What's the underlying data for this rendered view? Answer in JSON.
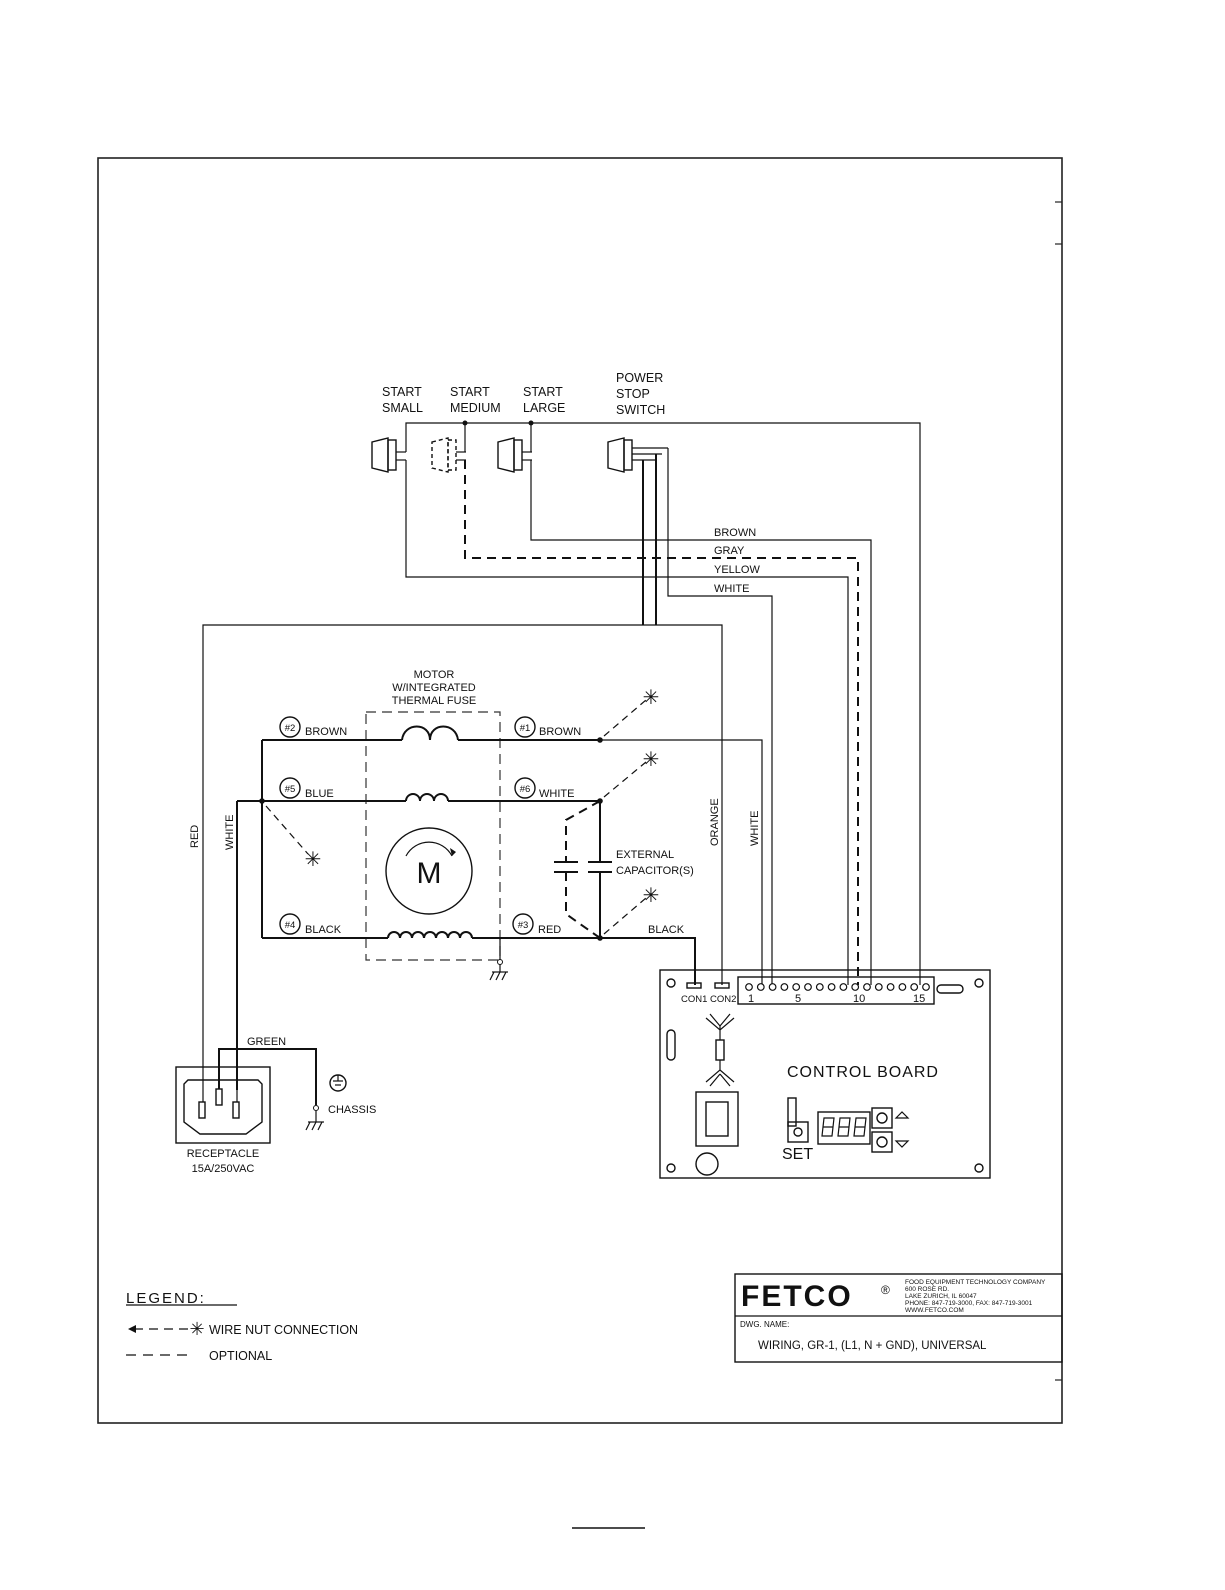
{
  "switches": {
    "start_small": [
      "START",
      "SMALL"
    ],
    "start_medium": [
      "START",
      "MEDIUM"
    ],
    "start_large": [
      "START",
      "LARGE"
    ],
    "power_stop": [
      "POWER",
      "STOP",
      "SWITCH"
    ]
  },
  "harness_wires": [
    "BROWN",
    "GRAY",
    "YELLOW",
    "WHITE"
  ],
  "motor": {
    "title": [
      "MOTOR",
      "W/INTEGRATED",
      "THERMAL FUSE"
    ],
    "symbol": "M",
    "terminals": [
      {
        "num": "#2",
        "color": "BROWN"
      },
      {
        "num": "#1",
        "color": "BROWN"
      },
      {
        "num": "#5",
        "color": "BLUE"
      },
      {
        "num": "#6",
        "color": "WHITE"
      },
      {
        "num": "#4",
        "color": "BLACK"
      },
      {
        "num": "#3",
        "color": "RED"
      }
    ]
  },
  "vertical_wires": {
    "red": "RED",
    "white_left": "WHITE",
    "orange": "ORANGE",
    "white_right": "WHITE"
  },
  "capacitor_label": [
    "EXTERNAL",
    "CAPACITOR(S)"
  ],
  "black_wire": "BLACK",
  "green_wire": "GREEN",
  "chassis": "CHASSIS",
  "receptacle": [
    "RECEPTACLE",
    "15A/250VAC"
  ],
  "control_board": {
    "title": "CONTROL BOARD",
    "con1": "CON1",
    "con2": "CON2",
    "pin_numbers": [
      "1",
      "5",
      "10",
      "15"
    ],
    "set": "SET"
  },
  "legend": {
    "title": "LEGEND:",
    "items": [
      "WIRE NUT CONNECTION",
      "OPTIONAL"
    ]
  },
  "title_block": {
    "logo": "FETCO",
    "registered": "®",
    "company_lines": [
      "FOOD EQUIPMENT TECHNOLOGY COMPANY",
      "600 ROSE RD.",
      "LAKE ZURICH, IL 60047",
      "PHONE: 847-719-3000, FAX: 847-719-3001",
      "WWW.FETCO.COM"
    ],
    "dwg_label": "DWG. NAME:",
    "dwg_name": "WIRING, GR-1, (L1, N + GND), UNIVERSAL"
  },
  "icons": [
    "wire-nut-asterisk-icon",
    "ground-icon",
    "rocker-switch-icon",
    "thermal-fuse-icon",
    "coil-icon",
    "capacitor-icon",
    "display-digit-icon",
    "arrow-up-icon",
    "arrow-down-icon"
  ]
}
